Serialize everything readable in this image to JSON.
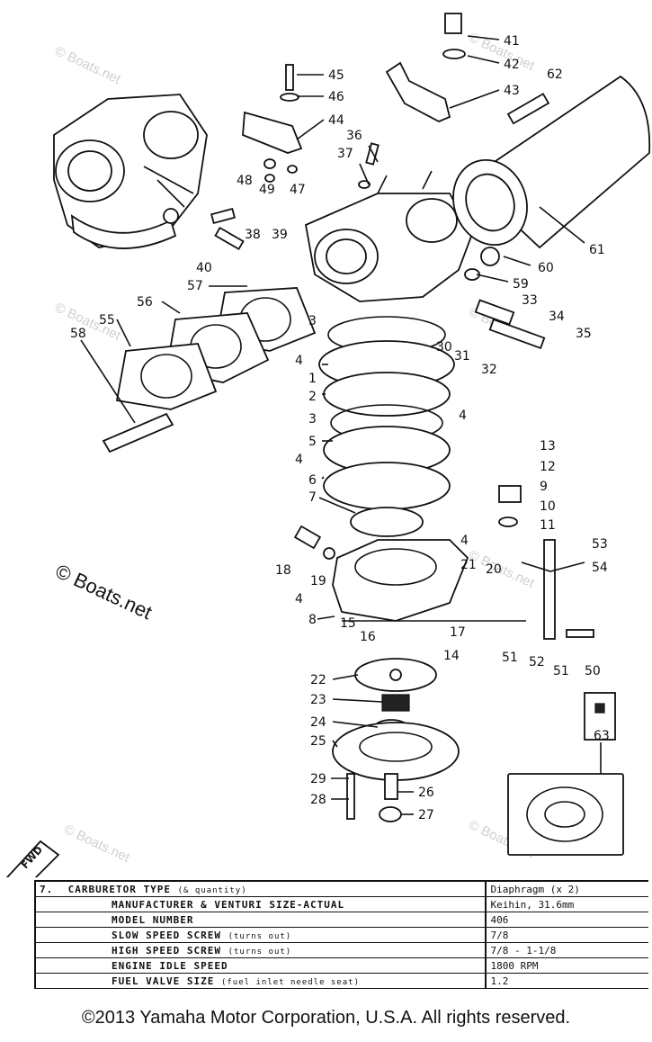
{
  "watermark": "© Boats.net",
  "fwd_label": "FWD",
  "callouts": [
    "41",
    "42",
    "43",
    "62",
    "44",
    "45",
    "46",
    "36",
    "37",
    "48",
    "49",
    "47",
    "38",
    "39",
    "40",
    "61",
    "60",
    "59",
    "33",
    "34",
    "35",
    "57",
    "56",
    "55",
    "58",
    "3",
    "4",
    "1",
    "2",
    "3",
    "4",
    "5",
    "4",
    "6",
    "7",
    "30",
    "31",
    "32",
    "13",
    "12",
    "9",
    "10",
    "11",
    "53",
    "54",
    "18",
    "19",
    "4",
    "4",
    "21",
    "20",
    "8",
    "15",
    "16",
    "17",
    "14",
    "51",
    "52",
    "51",
    "50",
    "22",
    "23",
    "24",
    "25",
    "29",
    "28",
    "26",
    "27",
    "63"
  ],
  "spec_table": {
    "section_number": "7.",
    "title": "CARBURETOR TYPE",
    "title_note": "(& quantity)",
    "title_value": "Diaphragm (x 2)",
    "rows": [
      {
        "label": "MANUFACTURER & VENTURI SIZE-ACTUAL",
        "note": "",
        "value": "Keihin, 31.6mm"
      },
      {
        "label": "MODEL NUMBER",
        "note": "",
        "value": "406"
      },
      {
        "label": "SLOW SPEED SCREW",
        "note": "(turns out)",
        "value": "7/8"
      },
      {
        "label": "HIGH SPEED SCREW",
        "note": "(turns out)",
        "value": "7/8 - 1-1/8"
      },
      {
        "label": "ENGINE IDLE SPEED",
        "note": "",
        "value": "1800 RPM"
      },
      {
        "label": "FUEL VALVE SIZE",
        "note": "(fuel inlet needle seat)",
        "value": "1.2"
      }
    ]
  },
  "footer": "©2013 Yamaha Motor Corporation, U.S.A. All rights reserved."
}
